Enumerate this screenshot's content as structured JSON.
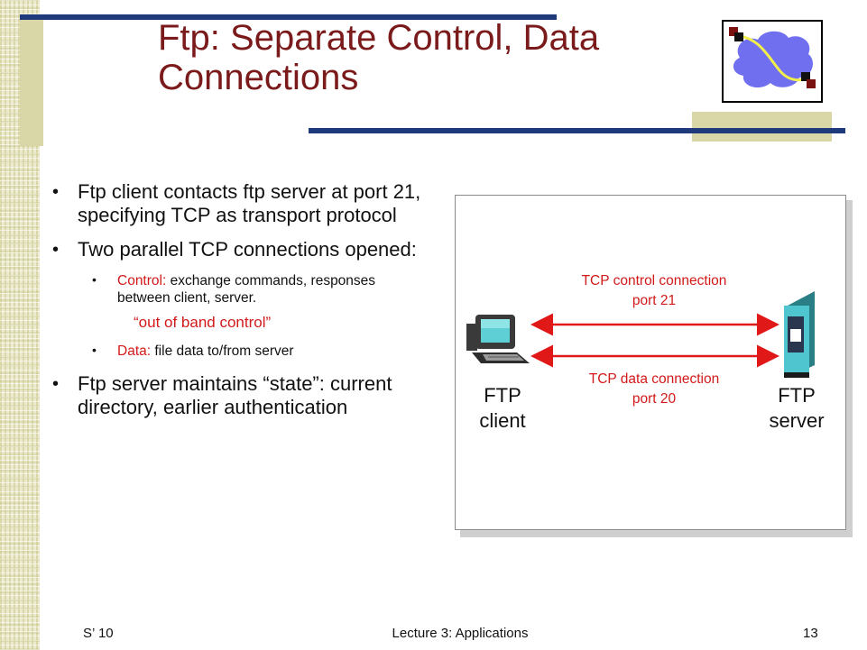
{
  "slide": {
    "title_line1": "Ftp: Separate Control, Data",
    "title_line2": "Connections"
  },
  "bullets": {
    "b1": "Ftp client contacts ftp server at port 21, specifying TCP as transport protocol",
    "b2": "Two parallel TCP connections opened:",
    "sub1_label": "Control:",
    "sub1_text": " exchange commands, responses between client, server.",
    "quote": "“out of band control”",
    "sub2_label": "Data:",
    "sub2_text": " file data to/from server",
    "b3": "Ftp server maintains “state”: current directory, earlier authentication"
  },
  "diagram": {
    "control_line1": "TCP control connection",
    "control_line2": "port 21",
    "data_line1": "TCP data connection",
    "data_line2": "port 20",
    "client_line1": "FTP",
    "client_line2": "client",
    "server_line1": "FTP",
    "server_line2": "server",
    "arrow_color": "#e01818"
  },
  "footer": {
    "left": "S’ 10",
    "center": "Lecture 3: Applications",
    "right": "13"
  },
  "icons": [
    "network-cloud-logo-icon",
    "computer-icon",
    "server-icon"
  ]
}
